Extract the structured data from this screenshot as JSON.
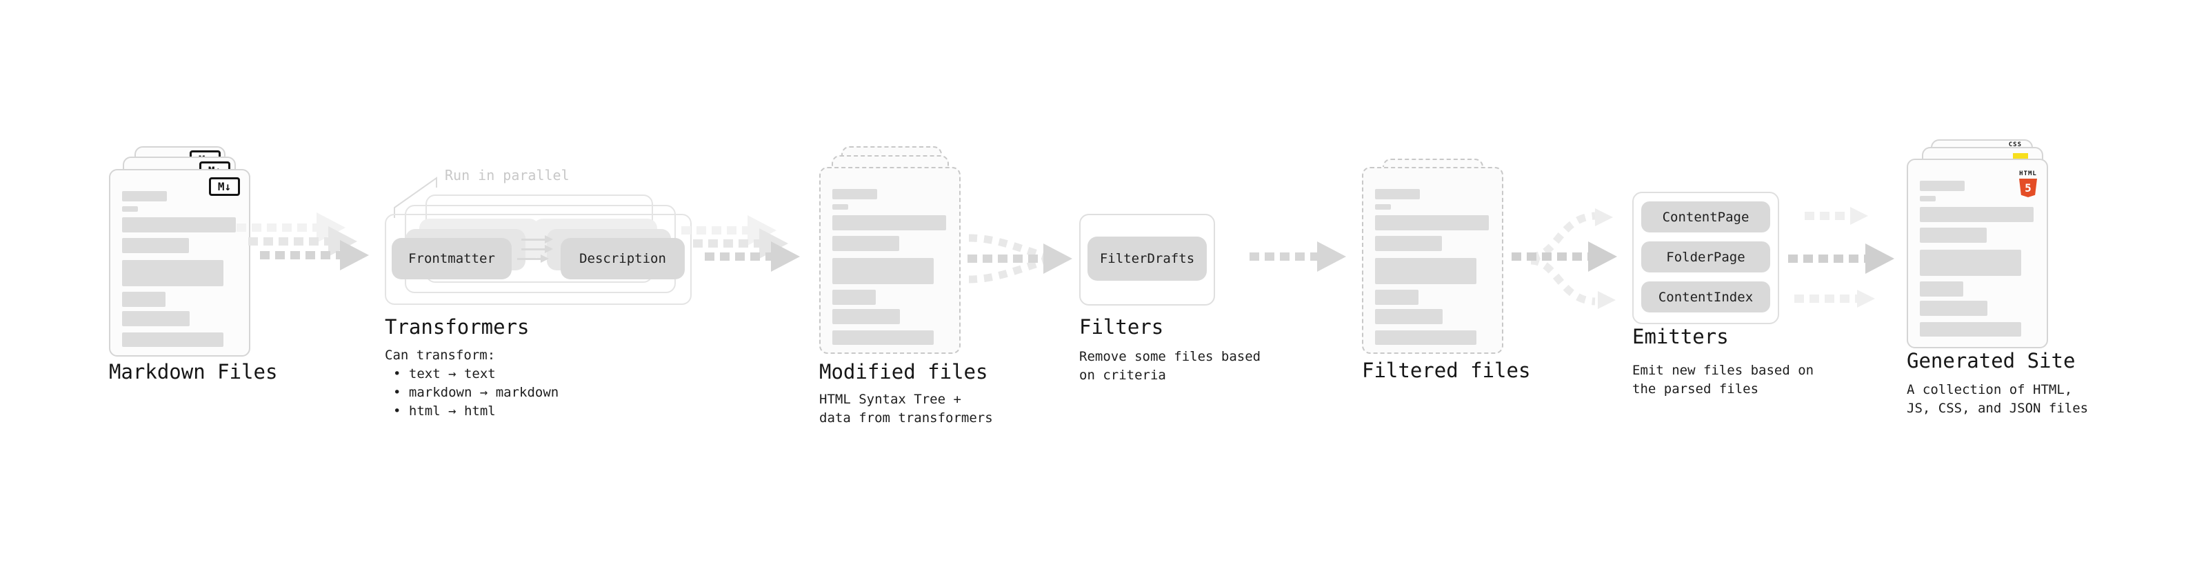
{
  "stages": {
    "markdown_files": {
      "label": "Markdown Files",
      "file_badge": "M↓"
    },
    "transformers": {
      "label": "Transformers",
      "annotation": "Run in parallel",
      "left_pill": "Frontmatter",
      "right_pill": "Description",
      "note_title": "Can transform:",
      "bullets": [
        "• text → text",
        "• markdown → markdown",
        "• html → html"
      ]
    },
    "modified_files": {
      "label": "Modified files",
      "note": [
        "HTML Syntax Tree +",
        "data from transformers"
      ]
    },
    "filters": {
      "label": "Filters",
      "pill": "FilterDrafts",
      "note": [
        "Remove some files based",
        "on criteria"
      ]
    },
    "filtered_files": {
      "label": "Filtered files"
    },
    "emitters": {
      "label": "Emitters",
      "pills": [
        "ContentPage",
        "FolderPage",
        "ContentIndex"
      ],
      "note": [
        "Emit new files based on",
        "the parsed files"
      ]
    },
    "generated_site": {
      "label": "Generated Site",
      "css_badge": "CSS",
      "html_badge_text": "HTML",
      "html_badge_number": "5",
      "note": [
        "A collection of HTML,",
        "JS, CSS, and JSON files"
      ]
    }
  },
  "colors": {
    "background": "#ffffff",
    "card_border": "#d5d5d5",
    "dashed_border": "#c8c8c8",
    "content_bar": "#dcdcdc",
    "pill_bg": "#d9d9d9",
    "arrow_dark": "#d6d6d6",
    "arrow_light": "#ececec",
    "annotation_text": "#c8c8c8",
    "html5_orange": "#e44d26",
    "js_yellow": "#f7df1e",
    "css_blue": "#2e6bf0"
  }
}
